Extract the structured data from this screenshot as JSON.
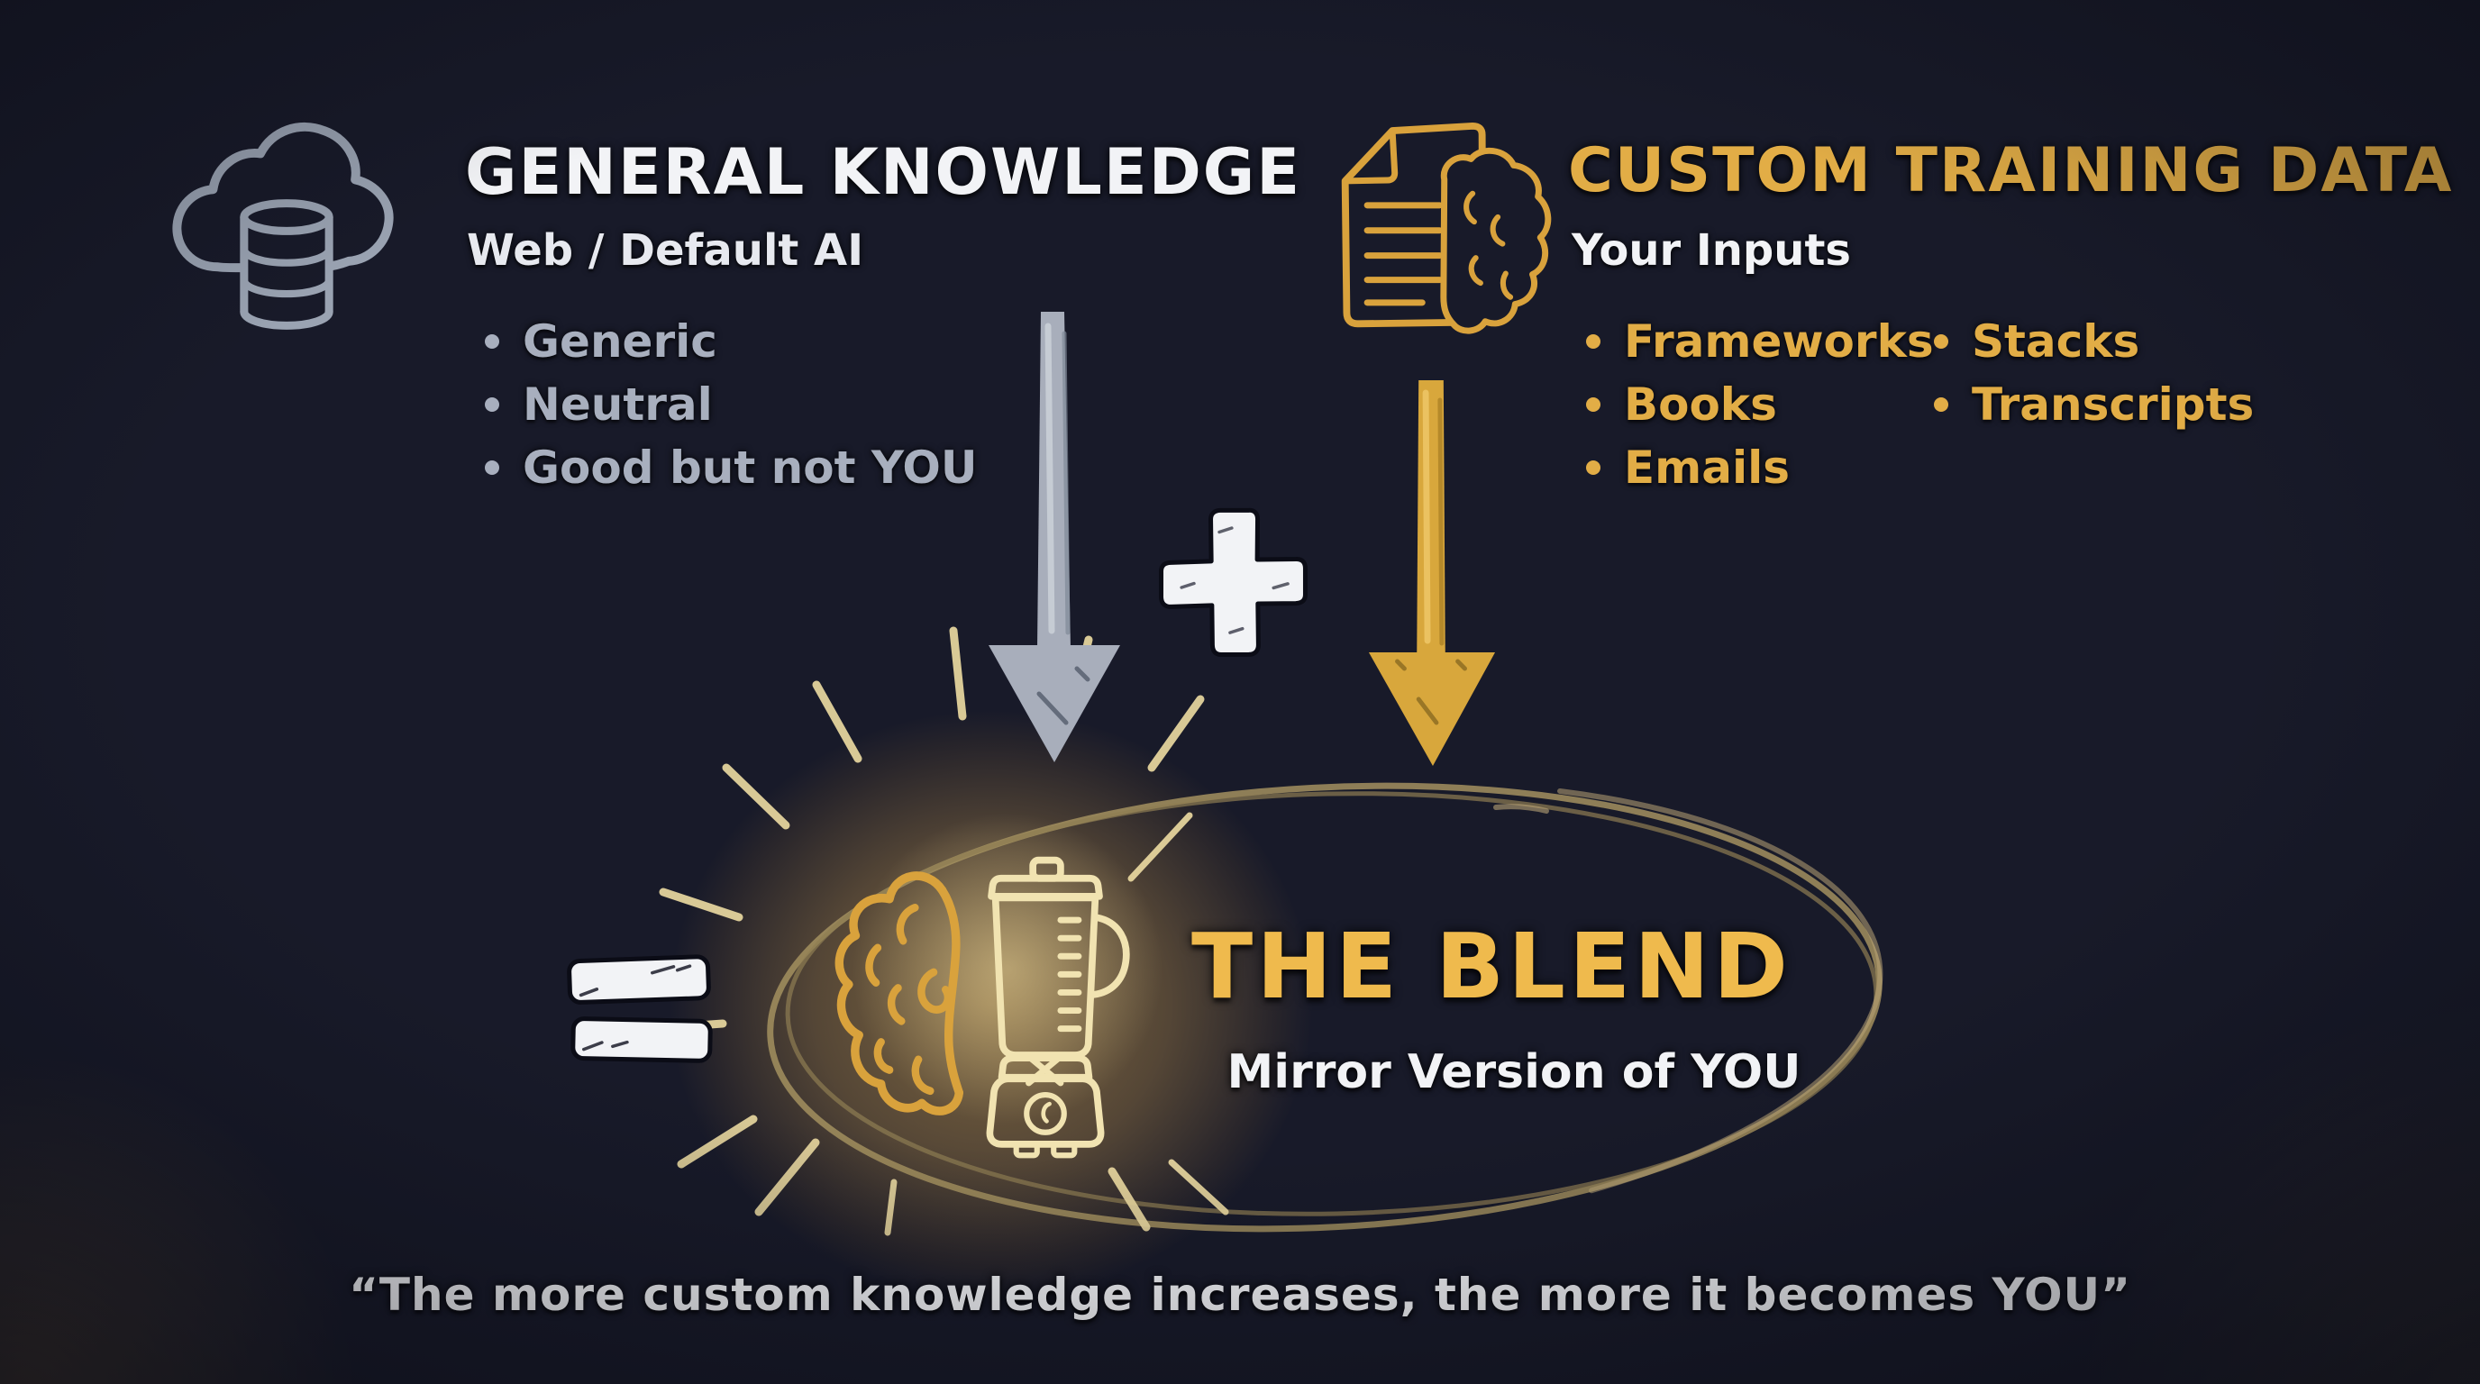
{
  "colors": {
    "bg": "#181a29",
    "ink_white": "#f2f3f6",
    "silver": "#a8afbe",
    "silver_icon": "#9aa3b2",
    "gold": "#e2ad46",
    "gold_bright": "#efba4d",
    "gold_deep": "#d9a23c",
    "cream": "#f1e3b1",
    "khaki": "#a3905f"
  },
  "left_source": {
    "icon": "cloud-database",
    "title": "GENERAL KNOWLEDGE",
    "subtitle": "Web / Default AI",
    "bullets": [
      "Generic",
      "Neutral",
      "Good but not YOU"
    ]
  },
  "right_source": {
    "icon": "document-brain",
    "title": "CUSTOM TRAINING DATA",
    "subtitle": "Your Inputs",
    "bullets_col1": [
      "Frameworks",
      "Books",
      "Emails"
    ],
    "bullets_col2": [
      "Stacks",
      "Transcripts"
    ]
  },
  "operators": {
    "plus": "+",
    "equals": "="
  },
  "result": {
    "icons": [
      "brain",
      "blender"
    ],
    "title": "THE BLEND",
    "subtitle": "Mirror Version of YOU"
  },
  "quote": "“The more custom knowledge increases, the more it becomes YOU”"
}
